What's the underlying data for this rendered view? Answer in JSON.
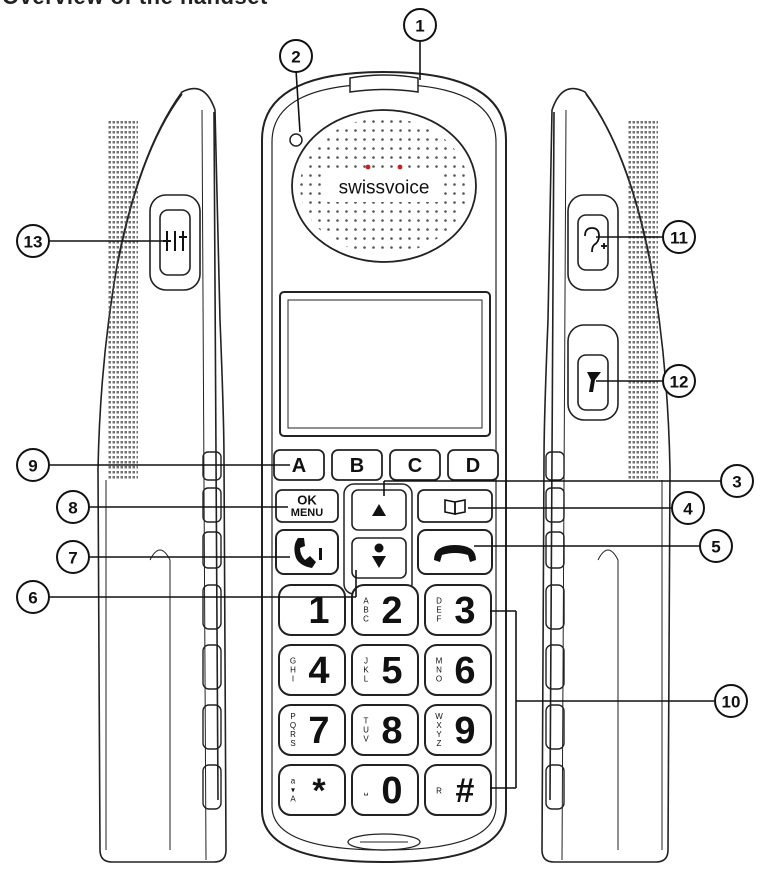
{
  "header": {
    "title": "Overview of the handset"
  },
  "brand": {
    "name": "swissvoice"
  },
  "callouts": [
    "1",
    "2",
    "3",
    "4",
    "5",
    "6",
    "7",
    "8",
    "9",
    "10",
    "11",
    "12",
    "13"
  ],
  "function_keys": [
    "A",
    "B",
    "C",
    "D"
  ],
  "menu_key": {
    "line1": "OK",
    "line2": "MENU"
  },
  "digits": [
    "1",
    "2",
    "3",
    "4",
    "5",
    "6",
    "7",
    "8",
    "9",
    "*",
    "0",
    "#"
  ],
  "letters": [
    "",
    "ABC",
    "DEF",
    "GHI",
    "JKL",
    "MNO",
    "PQRS",
    "TUV",
    "WXYZ",
    "a▾A",
    "␣",
    "R"
  ],
  "icons": {
    "phonebook": "book-icon",
    "call": "handset-speaker-icon",
    "end_call": "hangup-icon",
    "up": "arrow-up-icon",
    "down": "arrow-down-icon",
    "side_left": "equalizer-icon",
    "side_right_top": "ear-plus-icon",
    "side_right_bottom": "flashlight-icon"
  }
}
